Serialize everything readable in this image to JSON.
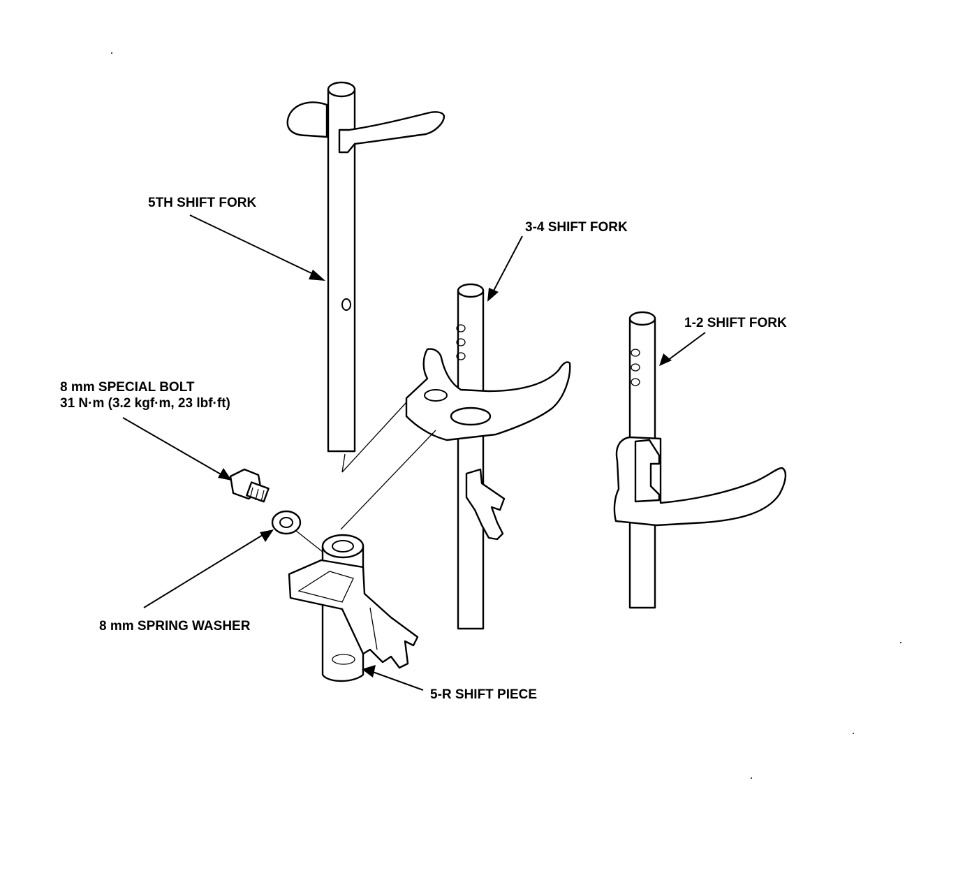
{
  "labels": {
    "fifth_shift_fork": "5TH SHIFT FORK",
    "three_four_shift_fork": "3-4 SHIFT FORK",
    "one_two_shift_fork": "1-2 SHIFT FORK",
    "special_bolt": "8 mm SPECIAL BOLT",
    "bolt_torque": "31 N·m (3.2 kgf·m, 23 lbf·ft)",
    "spring_washer": "8 mm SPRING WASHER",
    "five_r_shift_piece": "5-R SHIFT PIECE"
  },
  "colors": {
    "ink": "#000000",
    "paper": "#ffffff"
  }
}
